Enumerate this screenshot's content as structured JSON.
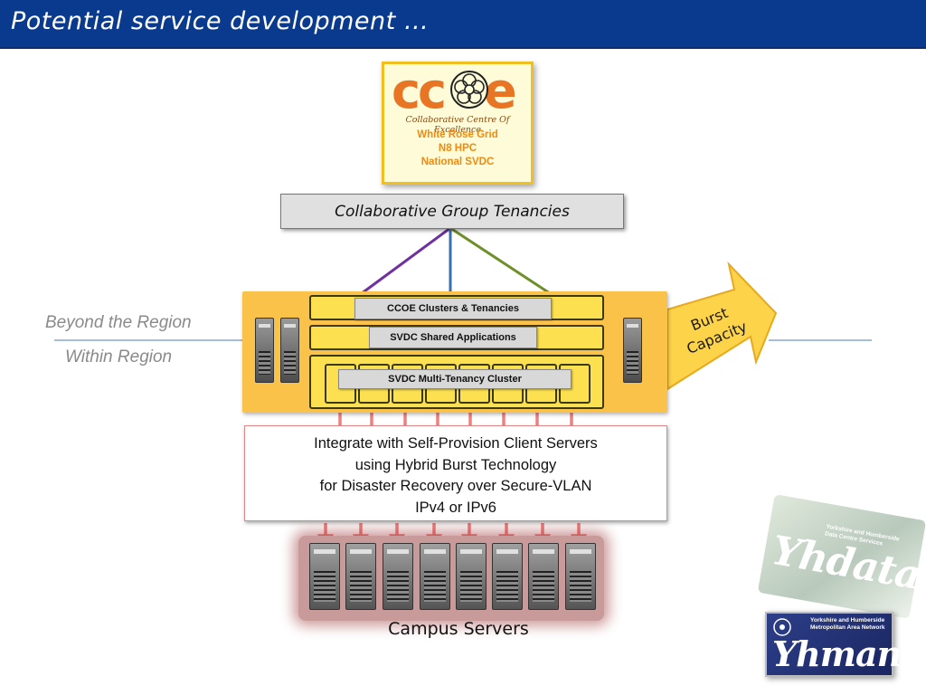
{
  "header": {
    "title": "Potential service development  …"
  },
  "ccoe": {
    "logo_text": "cc",
    "logo_text_end": "e",
    "tagline": "Collaborative Centre Of  Excellence",
    "lines": [
      "White Rose Grid",
      "N8 HPC",
      "National SVDC"
    ]
  },
  "tenancies": {
    "label": "Collaborative Group Tenancies"
  },
  "regions": {
    "beyond": "Beyond the Region",
    "within": "Within Region"
  },
  "panel": {
    "clusters_label": "CCOE Clusters & Tenancies",
    "shared_label": "SVDC Shared Applications",
    "multi_label": "SVDC Multi-Tenancy Cluster"
  },
  "burst": {
    "line1": "Burst",
    "line2": "Capacity"
  },
  "integrate": {
    "lines": [
      "Integrate with Self-Provision Client Servers",
      "using Hybrid Burst Technology",
      "for Disaster Recovery over Secure-VLAN",
      "IPv4 or IPv6"
    ]
  },
  "campus": {
    "label": "Campus Servers"
  },
  "logos": {
    "yhdata_text": "Yhdata",
    "yhdata_sub": "Yorkshire and Humberside Data Centre Services",
    "yhman_text": "Yhman",
    "yhman_sub": "Yorkshire and Humberside Metropolitan Area Network"
  },
  "colors": {
    "title_bar": "#0a3a8e",
    "panel_orange": "#fbc24a",
    "panel_yellow": "#fde050",
    "ccoe_orange": "#e87524",
    "line_purple": "#7030a0",
    "line_blue": "#3a6fb0",
    "line_green": "#6f8f2a",
    "arrow_red": "#f08080"
  }
}
